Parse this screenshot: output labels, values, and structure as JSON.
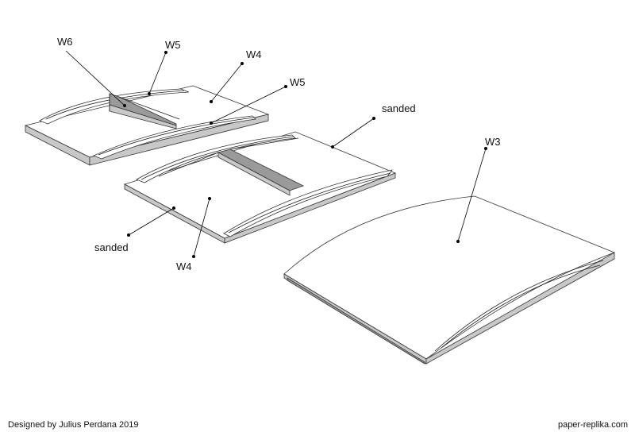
{
  "labels": {
    "w6": "W6",
    "w5_top": "W5",
    "w4_top": "W4",
    "w5_mid": "W5",
    "sanded_right": "sanded",
    "w3": "W3",
    "sanded_left": "sanded",
    "w4_bottom": "W4"
  },
  "footer": {
    "credit": "Designed by Julius Perdana 2019",
    "site": "paper-replika.com"
  }
}
